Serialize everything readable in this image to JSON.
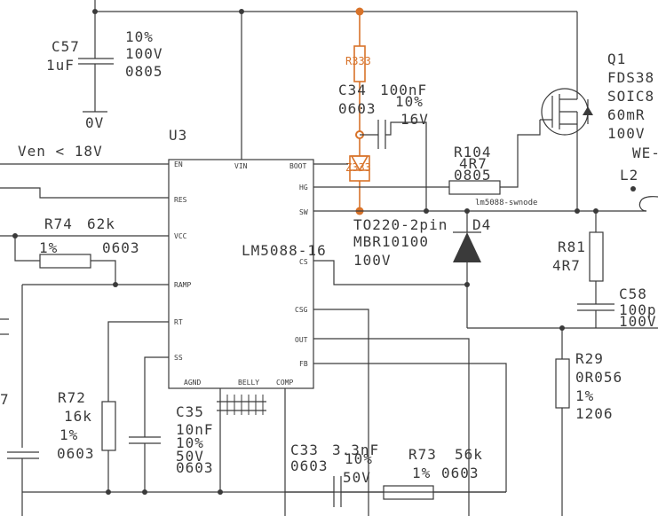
{
  "chip": {
    "ref": "U3",
    "part": "LM5088-16",
    "pins_left": [
      "EN",
      "RES",
      "VCC",
      "RAMP",
      "RT",
      "SS"
    ],
    "pins_top": [
      "VIN",
      "BOOT"
    ],
    "pins_right": [
      "HG",
      "SW",
      "CS",
      "CSG",
      "OUT",
      "FB"
    ],
    "pins_bottom": [
      "AGND",
      "BELLY",
      "COMP"
    ]
  },
  "c57": {
    "ref": "C57",
    "value": "1uF",
    "tol": "10%",
    "volt": "100V",
    "pkg": "0805"
  },
  "ground": "0V",
  "ven": "Ven < 18V",
  "r333": "R333",
  "c34": {
    "ref": "C34",
    "value": "100nF",
    "pkg": "0603",
    "tol": "10%",
    "volt": "16V"
  },
  "z333": "Z333",
  "r104": {
    "ref": "R104",
    "value": "4R7",
    "pkg": "0805"
  },
  "net_swnode": "lm5088-swnode",
  "q1": {
    "ref": "Q1",
    "part": "FDS38",
    "pkg": "SOIC8",
    "rds": "60mR",
    "volt": "100V"
  },
  "we": "WE-",
  "l2": "L2",
  "d4": {
    "pkg": "TO220-2pin",
    "ref": "D4",
    "part": "MBR10100",
    "volt": "100V"
  },
  "r81": {
    "ref": "R81",
    "value": "4R7"
  },
  "c58": {
    "ref": "C58",
    "value": "100p",
    "volt": "100V"
  },
  "r74": {
    "ref": "R74",
    "value": "62k",
    "tol": "1%",
    "pkg": "0603"
  },
  "r72": {
    "ref": "R72",
    "value": "16k",
    "tol": "1%",
    "pkg": "0603"
  },
  "c35": {
    "ref": "C35",
    "value": "10nF",
    "tol": "10%",
    "volt": "50V",
    "pkg": "0603"
  },
  "r29": {
    "ref": "R29",
    "value": "0R056",
    "tol": "1%",
    "pkg": "1206"
  },
  "c33": {
    "ref": "C33",
    "value": "3.3nF",
    "pkg": "0603",
    "tol": "10%",
    "volt": "50V"
  },
  "r73": {
    "ref": "R73",
    "value": "56k",
    "tol": "1%",
    "pkg": "0603"
  },
  "edge_digit": "7"
}
